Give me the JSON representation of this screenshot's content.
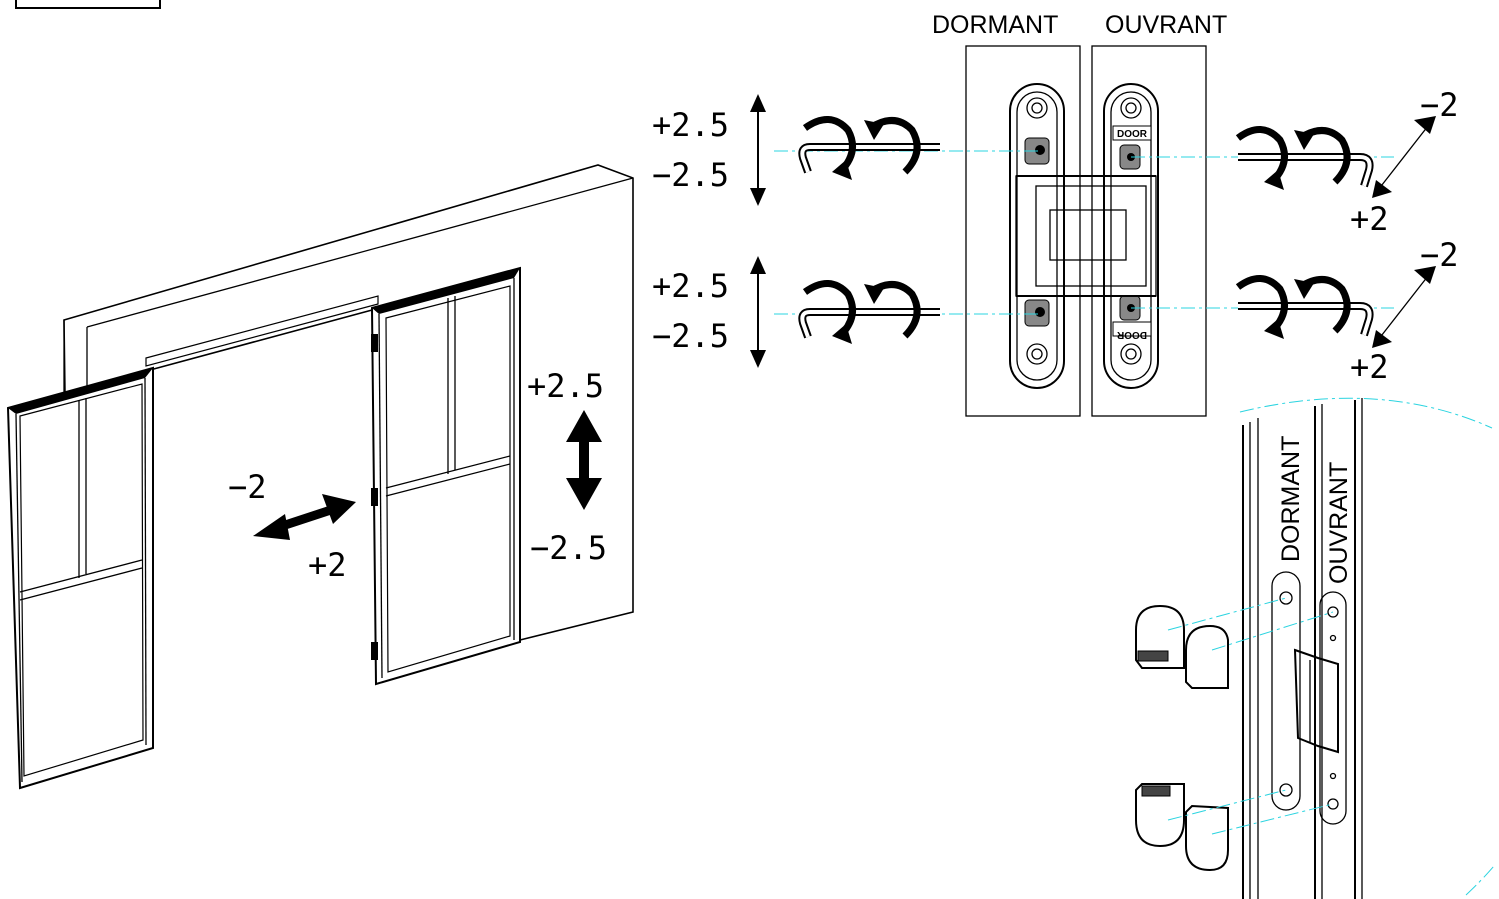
{
  "labels": {
    "dormant": "DORMANT",
    "ouvrant": "OUVRANT",
    "door_mark": "DOOR"
  },
  "adjustments": {
    "height_plus": "+2.5",
    "height_minus": "−2.5",
    "depth_minus": "−2",
    "depth_plus": "+2",
    "lateral_minus": "−2",
    "lateral_plus": "+2"
  },
  "colors": {
    "line": "#000000",
    "axis": "#2bd4e0",
    "background": "#ffffff"
  }
}
